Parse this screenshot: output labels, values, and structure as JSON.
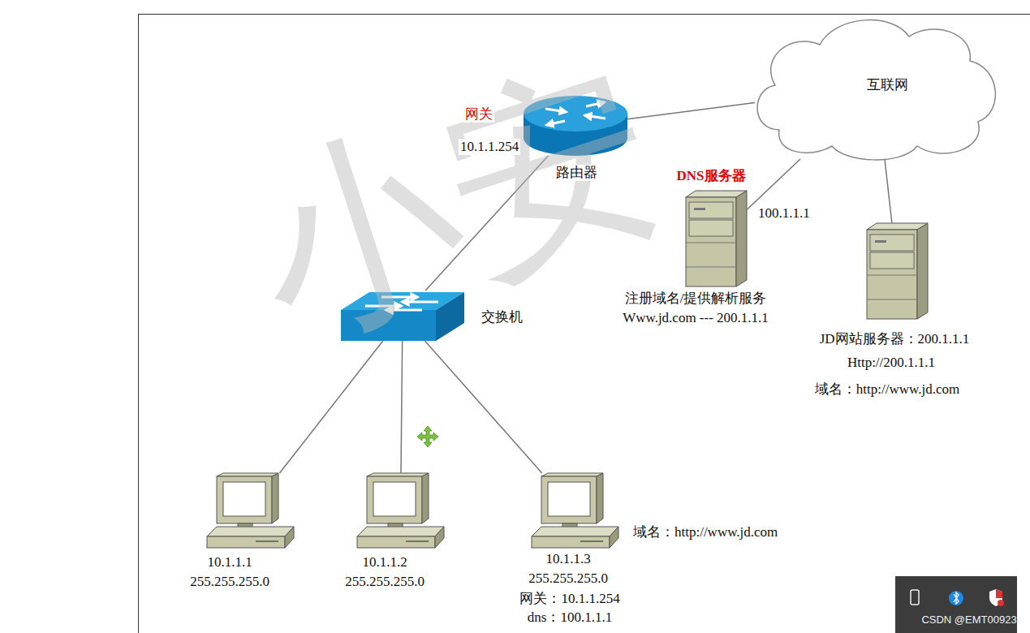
{
  "diagram": {
    "nodes": [
      {
        "text": [
          "网关",
          "10.1.1.254",
          "路由器"
        ]
      },
      {
        "text": [
          "互联网"
        ]
      },
      {
        "text": [
          "DNS服务器",
          "100.1.1.1",
          "注册域名/提供解析服务",
          "Www.jd.com --- 200.1.1.1"
        ]
      },
      {
        "text": [
          "交换机"
        ]
      },
      {
        "text": [
          "JD网站服务器：200.1.1.1",
          "Http://200.1.1.1",
          "域名：http://www.jd.com"
        ]
      },
      {
        "text": [
          "10.1.1.1",
          "255.255.255.0"
        ]
      },
      {
        "text": [
          "10.1.1.2",
          "255.255.255.0"
        ]
      },
      {
        "text": [
          "10.1.1.3",
          "255.255.255.0",
          "网关：10.1.1.254",
          "dns：100.1.1.1",
          "域名：http://www.jd.com"
        ]
      }
    ],
    "edges": [
      {
        "from": 0,
        "to": 1,
        "arrow": "none"
      },
      {
        "from": 1,
        "to": 2,
        "arrow": "none"
      },
      {
        "from": 1,
        "to": 4,
        "arrow": "none"
      },
      {
        "from": 0,
        "to": 3,
        "arrow": "none"
      },
      {
        "from": 3,
        "to": 5,
        "arrow": "none"
      },
      {
        "from": 3,
        "to": 6,
        "arrow": "none"
      },
      {
        "from": 3,
        "to": 7,
        "arrow": "none"
      }
    ],
    "labels": [
      "小安",
      "CSDN @EMT00923"
    ]
  }
}
